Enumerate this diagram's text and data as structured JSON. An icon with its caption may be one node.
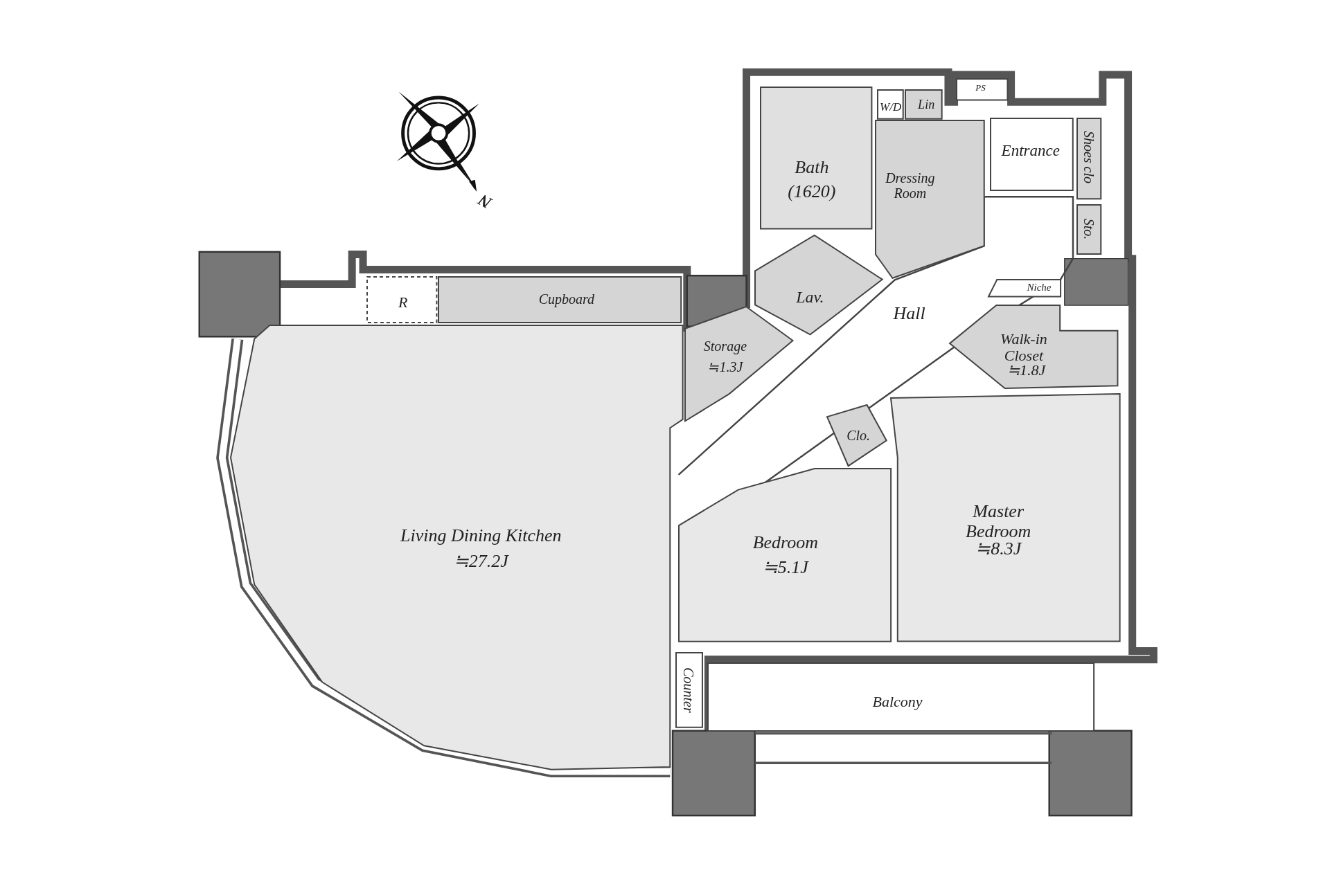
{
  "diagram": {
    "nodes": [
      {
        "text": [
          "Living Dining Kitchen",
          "≒27.2J"
        ]
      },
      {
        "text": [
          "Cupboard"
        ]
      },
      {
        "text": [
          "R"
        ]
      },
      {
        "text": [
          "Storage",
          "≒1.3J"
        ]
      },
      {
        "text": [
          "Bath",
          "(1620)"
        ]
      },
      {
        "text": [
          "W/D"
        ]
      },
      {
        "text": [
          "Lin"
        ]
      },
      {
        "text": [
          "Dressing Room"
        ]
      },
      {
        "text": [
          "PS"
        ]
      },
      {
        "text": [
          "Entrance"
        ]
      },
      {
        "text": [
          "Shoes clo"
        ]
      },
      {
        "text": [
          "Sto."
        ]
      },
      {
        "text": [
          "Lav."
        ]
      },
      {
        "text": [
          "Hall"
        ]
      },
      {
        "text": [
          "Niche"
        ]
      },
      {
        "text": [
          "Walk-in Closet",
          "≒1.8J"
        ]
      },
      {
        "text": [
          "Clo."
        ]
      },
      {
        "text": [
          "Bedroom",
          "≒5.1J"
        ]
      },
      {
        "text": [
          "Master Bedroom",
          "≒8.3J"
        ]
      },
      {
        "text": [
          "Counter"
        ]
      },
      {
        "text": [
          "Balcony"
        ]
      }
    ],
    "edges": [],
    "labels": [
      "N"
    ]
  }
}
